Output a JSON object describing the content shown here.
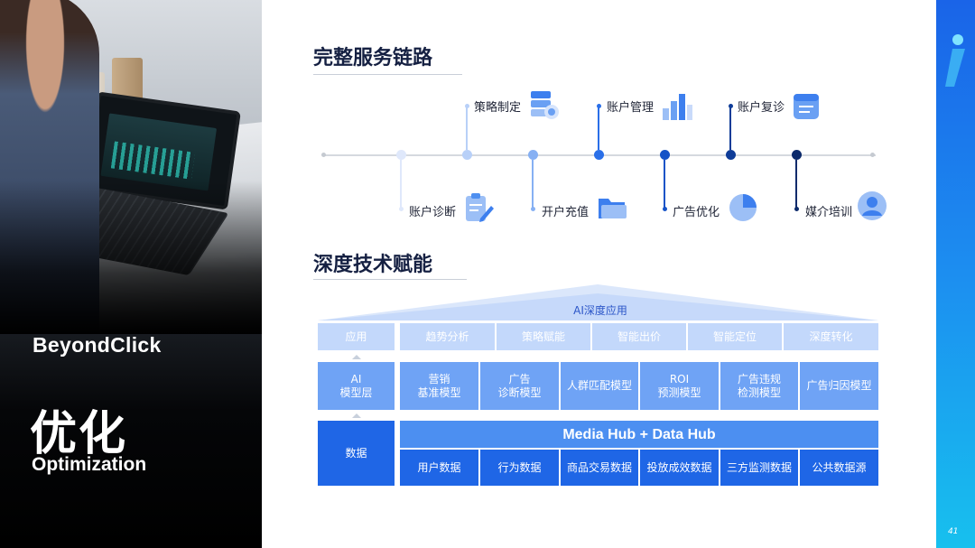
{
  "brand": {
    "name": "BeyondClick"
  },
  "hero": {
    "title": "优化",
    "subtitle": "Optimization"
  },
  "page_number": "41",
  "section_service": {
    "title": "完整服务链路",
    "steps": [
      {
        "label": "账户诊断",
        "position": "below",
        "icon": "clipboard-icon"
      },
      {
        "label": "策略制定",
        "position": "above",
        "icon": "database-icon"
      },
      {
        "label": "开户充值",
        "position": "below",
        "icon": "folder-icon"
      },
      {
        "label": "账户管理",
        "position": "above",
        "icon": "bar-chart-icon"
      },
      {
        "label": "广告优化",
        "position": "below",
        "icon": "pie-chart-icon"
      },
      {
        "label": "账户复诊",
        "position": "above",
        "icon": "message-icon"
      },
      {
        "label": "媒介培训",
        "position": "below",
        "icon": "user-icon"
      }
    ]
  },
  "section_tech": {
    "title": "深度技术赋能",
    "roof_label": "AI深度应用",
    "rows": {
      "application": {
        "label": "应用",
        "items": [
          "趋势分析",
          "策略赋能",
          "智能出价",
          "智能定位",
          "深度转化"
        ]
      },
      "ai_model": {
        "label_line1": "AI",
        "label_line2": "模型层",
        "items": [
          {
            "line1": "营销",
            "line2": "基准模型"
          },
          {
            "line1": "广告",
            "line2": "诊断模型"
          },
          {
            "line1": "人群匹配模型",
            "line2": ""
          },
          {
            "line1": "ROI",
            "line2": "预测模型"
          },
          {
            "line1": "广告违规",
            "line2": "检测模型"
          },
          {
            "line1": "广告归因模型",
            "line2": ""
          }
        ]
      },
      "data": {
        "label": "数据",
        "hub": "Media Hub + Data Hub",
        "items": [
          "用户数据",
          "行为数据",
          "商品交易数据",
          "投放成效数据",
          "三方监测数据",
          "公共数据源"
        ]
      }
    }
  },
  "colors": {
    "primary": "#1f66e6",
    "mid": "#6fa3f5",
    "light": "#c3d8fb",
    "navy": "#152042",
    "node_dark": "#0c2a6b"
  }
}
